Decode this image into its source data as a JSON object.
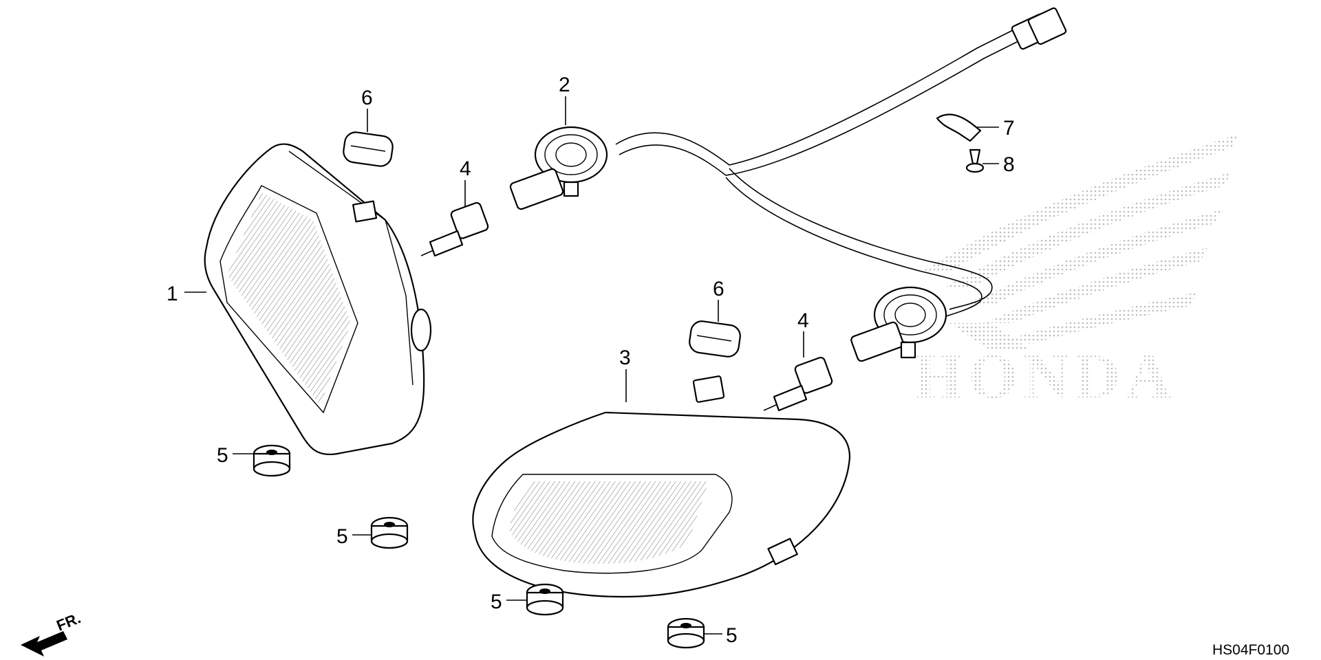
{
  "diagram": {
    "code": "HS04F0100",
    "front_label": "FR.",
    "watermark": "HONDA",
    "callouts": [
      {
        "id": "c1",
        "label": "1"
      },
      {
        "id": "c2",
        "label": "2"
      },
      {
        "id": "c3",
        "label": "3"
      },
      {
        "id": "c4a",
        "label": "4"
      },
      {
        "id": "c4b",
        "label": "4"
      },
      {
        "id": "c5a",
        "label": "5"
      },
      {
        "id": "c5b",
        "label": "5"
      },
      {
        "id": "c5c",
        "label": "5"
      },
      {
        "id": "c5d",
        "label": "5"
      },
      {
        "id": "c6a",
        "label": "6"
      },
      {
        "id": "c6b",
        "label": "6"
      },
      {
        "id": "c7",
        "label": "7"
      },
      {
        "id": "c8",
        "label": "8"
      }
    ]
  },
  "colors": {
    "ink": "#000000",
    "background": "#ffffff",
    "watermark": "#c8c8c8"
  }
}
